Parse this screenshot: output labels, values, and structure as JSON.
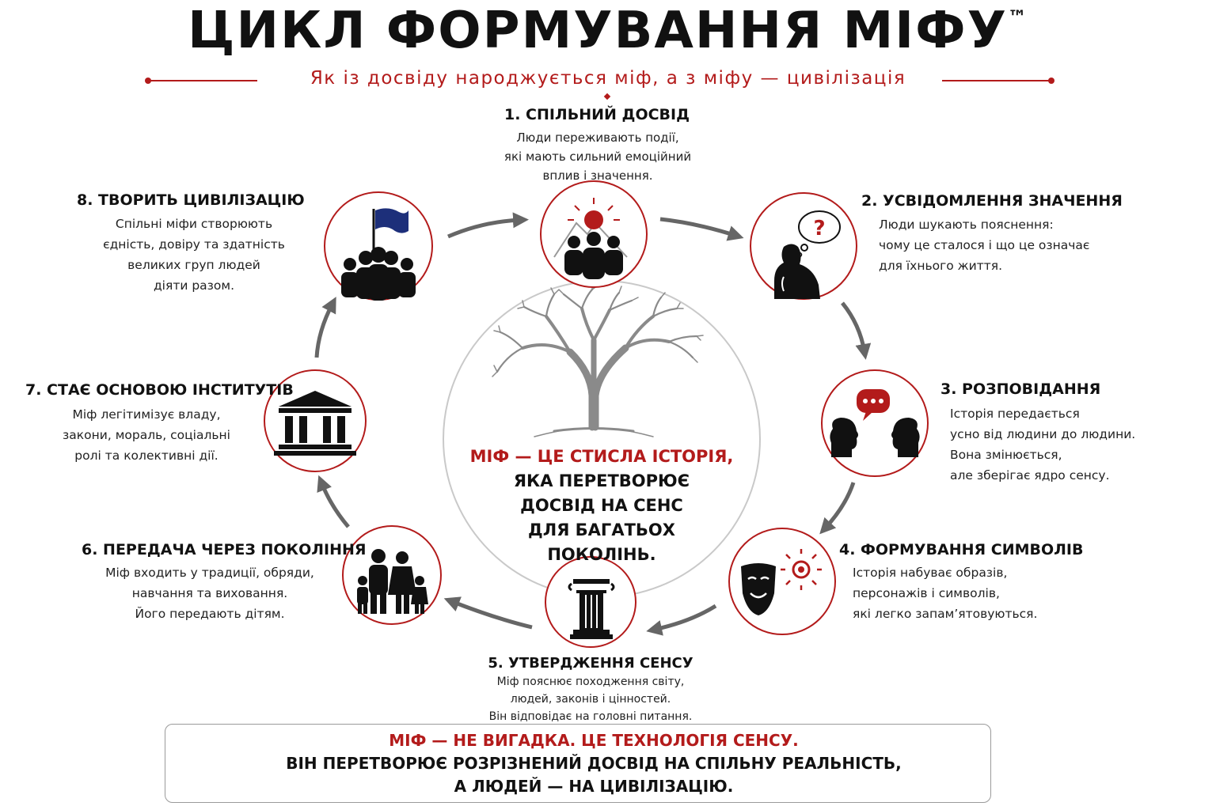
{
  "header": {
    "title": "ЦИКЛ ФОРМУВАННЯ МІФУ",
    "trademark": "™",
    "subtitle": "Як із досвіду народжується міф, а з міфу — цивілізація"
  },
  "steps": [
    {
      "title": "1. СПІЛЬНИЙ ДОСВІД",
      "lines": [
        "Люди переживають події,",
        "які мають сильний емоційний",
        "вплив і значення."
      ],
      "icon": "people-mountain-sun-icon"
    },
    {
      "title": "2. УСВІДОМЛЕННЯ ЗНАЧЕННЯ",
      "lines": [
        "Люди шукають пояснення:",
        "чому це сталося і що це означає",
        "для їхнього життя."
      ],
      "icon": "thinking-person-icon"
    },
    {
      "title": "3. РОЗПОВІДАННЯ",
      "lines": [
        "Історія передається",
        "усно від людини до людини.",
        "Вона змінюється,",
        "але зберігає ядро сенсу."
      ],
      "icon": "two-heads-speech-icon"
    },
    {
      "title": "4. ФОРМУВАННЯ СИМВОЛІВ",
      "lines": [
        "Історія набуває образів,",
        "персонажів і символів,",
        "які легко запам’ятовуються."
      ],
      "icon": "mask-sun-icon"
    },
    {
      "title": "5. УТВЕРДЖЕННЯ СЕНСУ",
      "lines": [
        "Міф пояснює походження світу,",
        "людей, законів і цінностей.",
        "Він відповідає на головні питання."
      ],
      "icon": "column-icon"
    },
    {
      "title": "6. ПЕРЕДАЧА ЧЕРЕЗ ПОКОЛІННЯ",
      "lines": [
        "Міф входить у традиції, обряди,",
        "навчання та виховання.",
        "Його передають дітям."
      ],
      "icon": "family-icon"
    },
    {
      "title": "7. СТАЄ ОСНОВОЮ ІНСТИТУТІВ",
      "lines": [
        "Міф легітимізує владу,",
        "закони, мораль, соціальні",
        "ролі та колективні дії."
      ],
      "icon": "temple-icon"
    },
    {
      "title": "8. ТВОРИТЬ ЦИВІЛІЗАЦІЮ",
      "lines": [
        "Спільні міфи створюють",
        "єдність, довіру та здатність",
        "великих груп людей",
        "діяти разом."
      ],
      "icon": "crowd-flag-icon"
    }
  ],
  "center": {
    "line1": "МІФ — ЦЕ СТИСЛА ІСТОРІЯ,",
    "line2": "ЯКА ПЕРЕТВОРЮЄ",
    "line3": "ДОСВІД НА СЕНС",
    "line4": "ДЛЯ БАГАТЬОХ",
    "line5": "ПОКОЛІНЬ.",
    "icon": "tree-icon"
  },
  "footer": {
    "line1": "МІФ — НЕ ВИГАДКА. ЦЕ ТЕХНОЛОГІЯ СЕНСУ.",
    "line2": "ВІН ПЕРЕТВОРЮЄ РОЗРІЗНЕНИЙ ДОСВІД НА СПІЛЬНУ РЕАЛЬНІСТЬ,",
    "line3": "А ЛЮДЕЙ — НА ЦИВІЛІЗАЦІЮ.",
    "left_icon": "ornament-icon",
    "right_icon": "infinity-icon"
  },
  "colors": {
    "accent": "#b31b1b",
    "ink": "#111111",
    "arrow": "#666666"
  }
}
